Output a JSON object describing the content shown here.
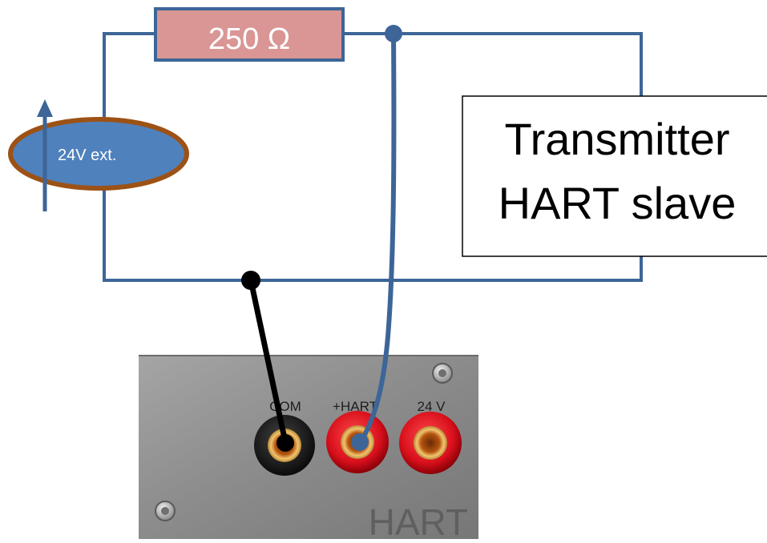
{
  "resistor": {
    "label": "250 Ω"
  },
  "source": {
    "label": "24V ext."
  },
  "transmitter": {
    "line1": "Transmitter",
    "line2": "HART slave"
  },
  "panel": {
    "com_label": "COM",
    "hart_label": "+HART",
    "v24_label": "24 V",
    "title": "HART"
  },
  "colors": {
    "wire": "#3d6598",
    "resistor_fill": "#d99694",
    "source_fill": "#4f81bd",
    "source_ring": "#9c5215",
    "panel_metal": "#8e8e8e",
    "terminal_red": "#d8101c",
    "terminal_black": "#151515",
    "probe_black": "#000000"
  }
}
